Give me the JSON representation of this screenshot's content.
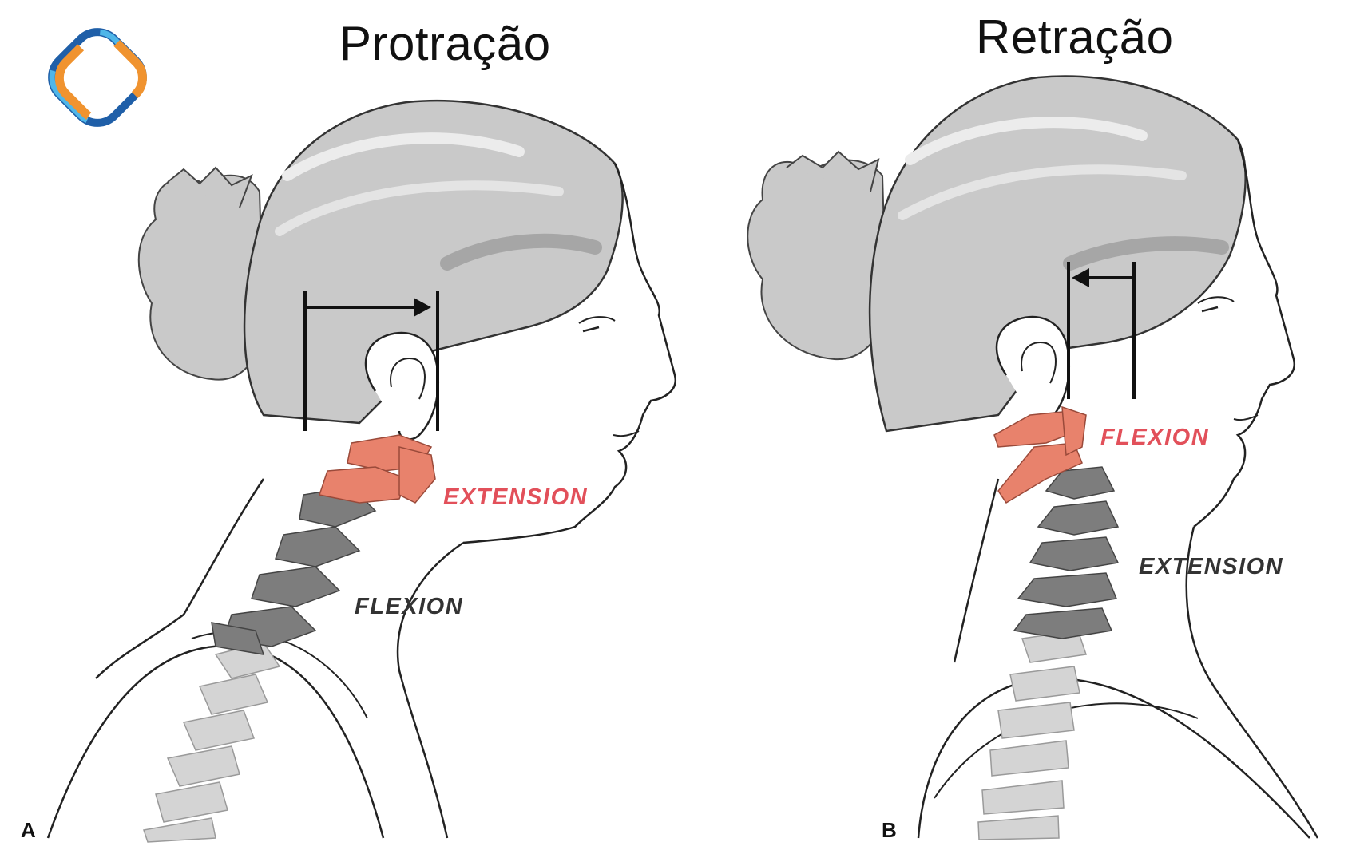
{
  "titles": {
    "left": "Protração",
    "right": "Retração"
  },
  "panels": {
    "a": {
      "letter": "A",
      "label_extension": "EXTENSION",
      "label_flexion": "FLEXION"
    },
    "b": {
      "letter": "B",
      "label_flexion": "FLEXION",
      "label_extension": "EXTENSION"
    }
  },
  "colors": {
    "salmon": "#e8826c",
    "salmon_text": "#e2505a",
    "dark_gray_vertebra": "#7d7d7d",
    "light_gray_vertebra": "#d4d4d4",
    "hair_light": "#c9c9c9",
    "hair_dark": "#a6a6a6",
    "logo_orange": "#f0932f",
    "logo_blue_light": "#4fb6e8",
    "logo_blue_dark": "#1f5fa8"
  }
}
